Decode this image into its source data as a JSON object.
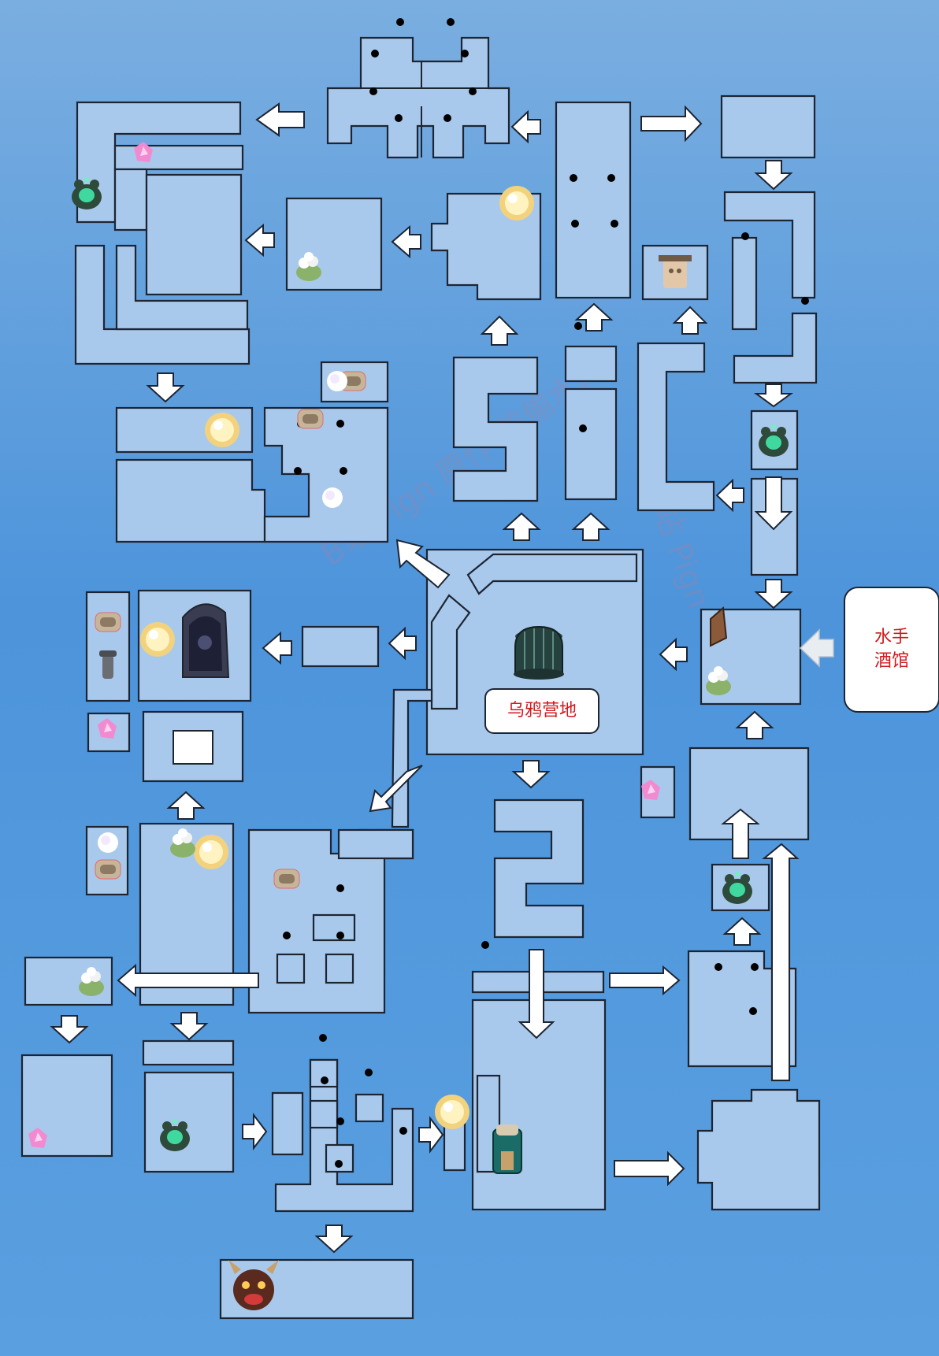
{
  "map": {
    "labels": {
      "crow_camp": "乌鸦营地",
      "sailor_tavern_line1": "水手",
      "sailor_tavern_line2": "酒馆"
    },
    "watermark": "B站 Pign 原作 防偷水印",
    "colors": {
      "background": "#5a9de0",
      "room_fill": "#a9c9ec",
      "room_border": "#1d2533",
      "label_text": "#d0191f"
    },
    "icon_types": [
      "enemy-scarecrow-icon",
      "ladder-icon",
      "frog-statue-icon",
      "pink-crystal-icon",
      "glowing-orb-icon",
      "plant-pot-icon",
      "chest-icon",
      "cage-icon",
      "boss-icon",
      "door-icon",
      "lantern-icon",
      "pedestal-icon"
    ]
  }
}
